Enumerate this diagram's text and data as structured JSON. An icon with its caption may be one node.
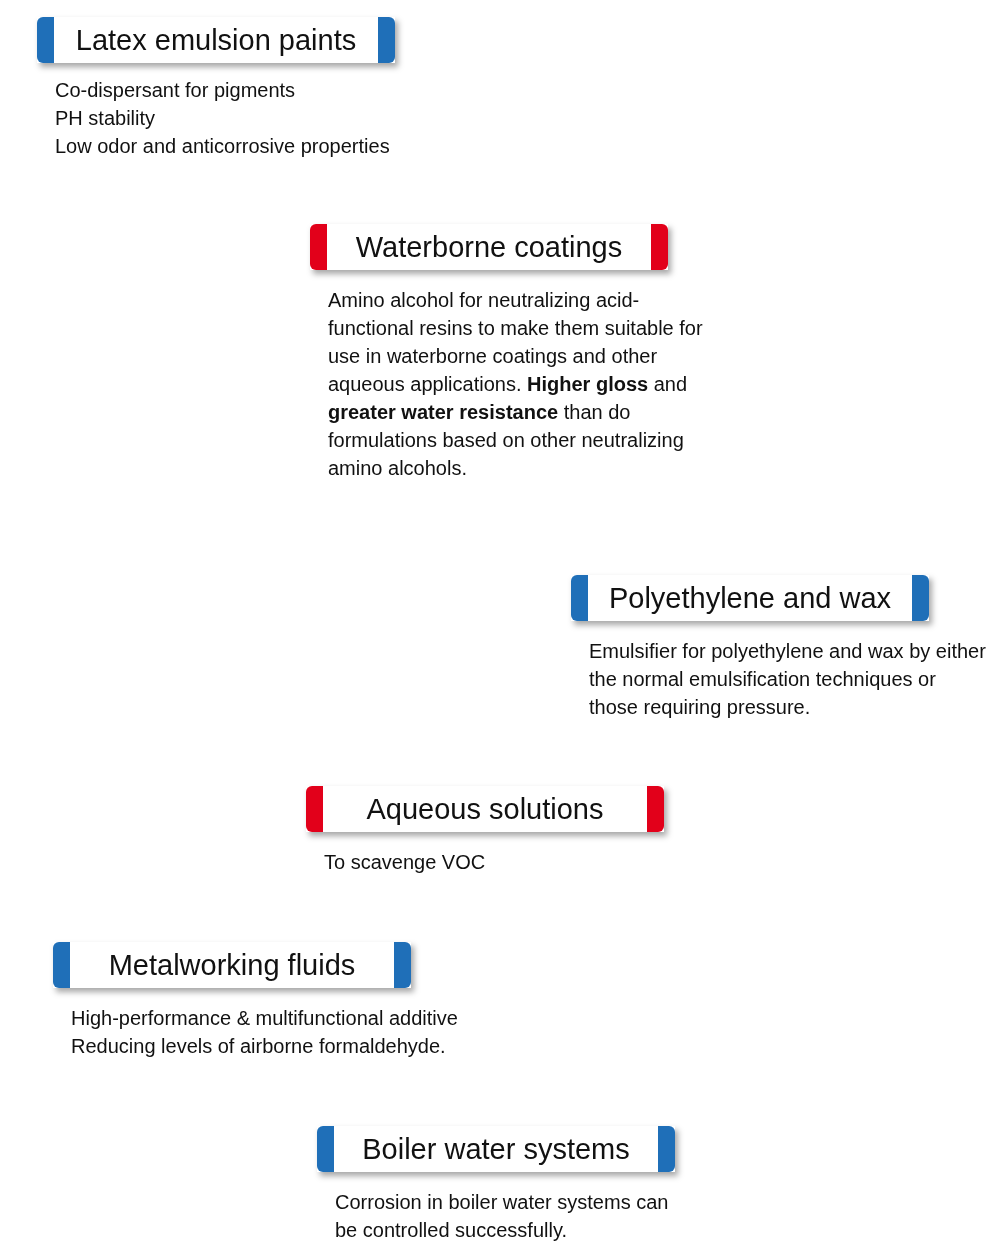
{
  "diagram": {
    "nodes": [
      {
        "text": [
          "Latex emulsion paints"
        ],
        "beside": [
          "Co-dispersant for pigments",
          "PH stability",
          "Low odor and anticorrosive properties"
        ]
      },
      {
        "text": [
          "Waterborne coatings"
        ],
        "beside": [
          "Amino alcohol for neutralizing acid-functional resins to make them suitable for use in waterborne coatings and other aqueous applications. **Higher gloss** and **greater water resistance** than do formulations based on other neutralizing amino alcohols."
        ]
      },
      {
        "text": [
          "Polyethylene and wax"
        ],
        "beside": [
          "Emulsifier for polyethylene and wax by either the normal emulsification techniques or those requiring pressure."
        ]
      },
      {
        "text": [
          "Aqueous solutions"
        ],
        "beside": [
          "To scavenge VOC"
        ]
      },
      {
        "text": [
          "Metalworking fluids"
        ],
        "beside": [
          "High-performance & multifunctional additive",
          "Reducing levels of airborne formaldehyde."
        ]
      },
      {
        "text": [
          "Boiler water systems"
        ],
        "beside": [
          "Corrosion in boiler water systems can be controlled successfully."
        ]
      }
    ]
  }
}
